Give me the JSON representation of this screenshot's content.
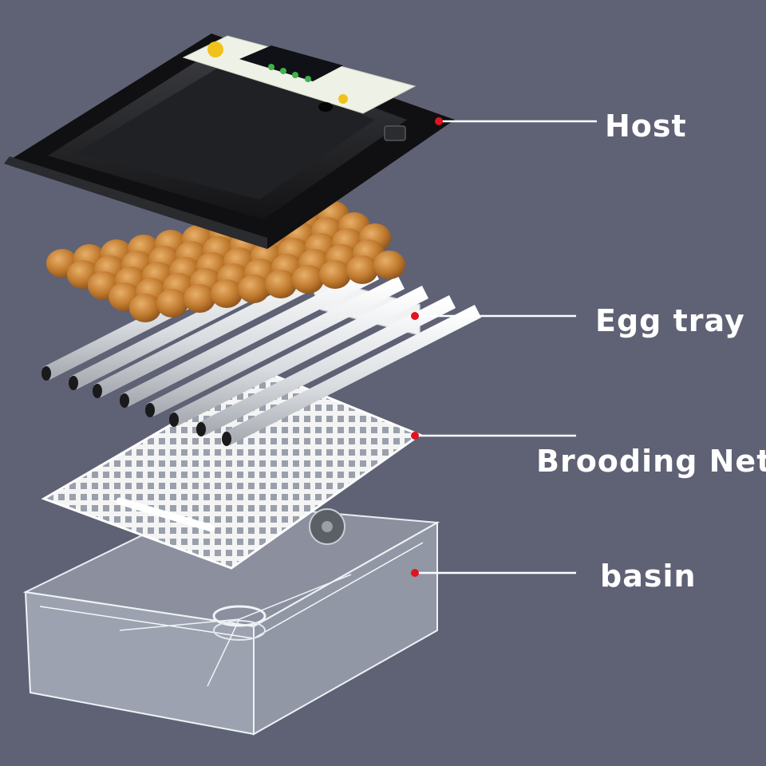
{
  "labels": {
    "host": "Host",
    "egg_tray": "Egg tray",
    "brooding_net": "Brooding Net",
    "basin": "basin"
  },
  "colors": {
    "background": "#5f6275",
    "leader_line": "#ffffff",
    "marker_dot": "#e0141e",
    "host_body": "#1c1c1e",
    "host_panel": "#eef2e6",
    "display": "#0f1116",
    "egg": "#c07a2e",
    "rod": "#e9ebee",
    "net": "#f2f2f2",
    "basin": "#d6dde6"
  },
  "icons": {
    "logo": "chick-logo-icon",
    "power": "power-socket-icon"
  }
}
